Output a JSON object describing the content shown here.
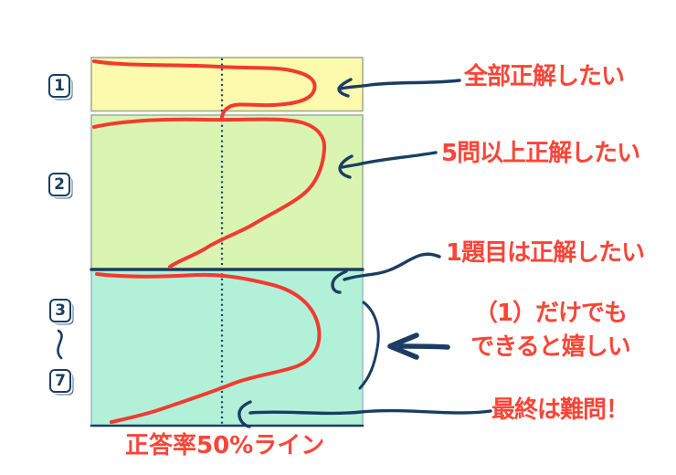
{
  "question_labels": [
    "1",
    "2",
    "3",
    "7"
  ],
  "annotations": [
    {
      "text": "全部正解したい"
    },
    {
      "text": "5問以上正解したい"
    },
    {
      "text": "1題目は正解したい"
    },
    {
      "text_line1": "（1）だけでも",
      "text_line2": "できると嬉しい"
    },
    {
      "text": "最終は難問！"
    }
  ],
  "axis": {
    "baseline_label": "正答率50%ライン"
  },
  "icons": {
    "range_squiggle": "〜",
    "annotation_arrow": "←"
  },
  "colors": {
    "band_q1": "#FCFAAD",
    "band_q2": "#D9F5B1",
    "band_q3_7": "#B2F1D8",
    "band_border_olive": "#A3AC8C",
    "band_border_green": "#9DB49B",
    "band_border_teal": "#9BBFCB",
    "ink_navy": "#1B3D63",
    "curve_red": "#F23A30",
    "annotation_red": "#FA4538"
  }
}
